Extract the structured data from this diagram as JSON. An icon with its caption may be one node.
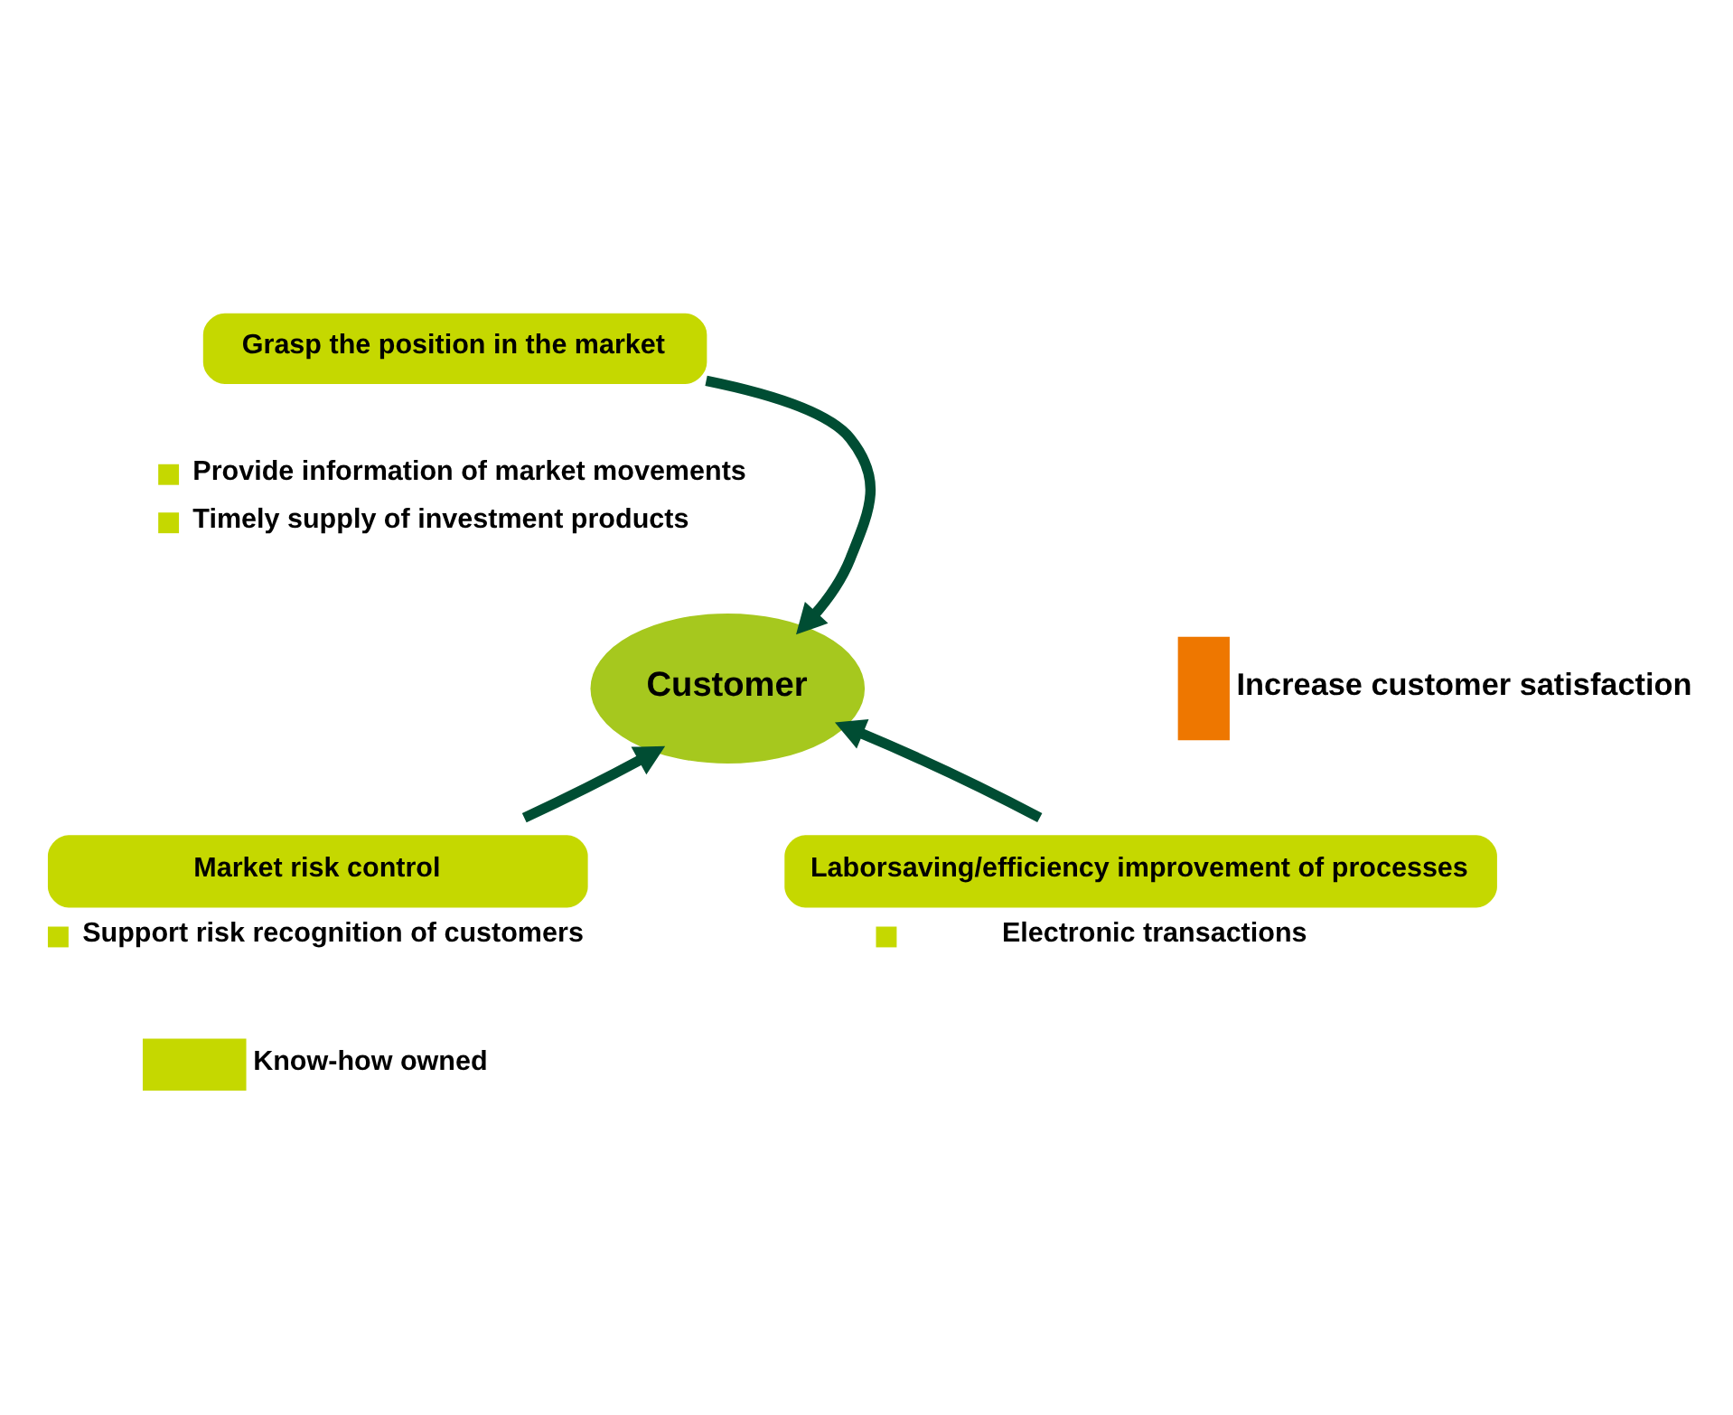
{
  "diagram": {
    "nodes": [
      {
        "text": [
          "Grasp the position in the market"
        ],
        "beside": [
          "Provide information of market movements",
          "Timely supply of investment products"
        ]
      },
      {
        "text": [
          "Customer"
        ]
      },
      {
        "text": [
          "Market risk control"
        ],
        "beside": [
          "Support risk recognition of customers"
        ]
      },
      {
        "text": [
          "Laborsaving/efficiency improvement of processes"
        ],
        "beside": [
          "Electronic transactions"
        ]
      }
    ],
    "edges": [
      {
        "from": 0,
        "to": 1,
        "arrow": "to"
      },
      {
        "from": 2,
        "to": 1,
        "arrow": "to"
      },
      {
        "from": 3,
        "to": 1,
        "arrow": "to"
      }
    ],
    "labels": [
      "Increase customer satisfaction"
    ],
    "legend": [
      {
        "text": "Know-how owned",
        "color": "#c5d800"
      }
    ]
  }
}
